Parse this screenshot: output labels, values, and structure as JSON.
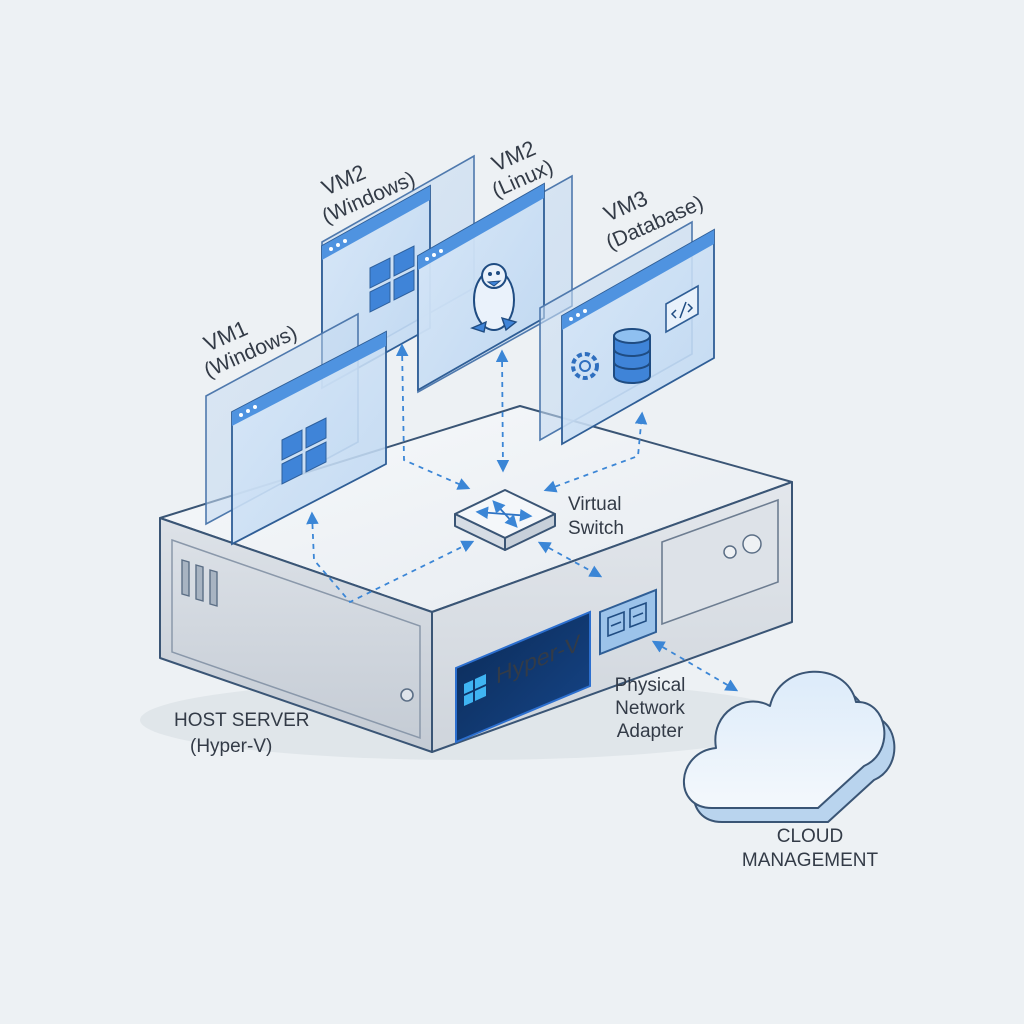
{
  "diagram": {
    "vms": [
      {
        "name": "VM1",
        "os": "(Windows)",
        "icon": "windows-logo-icon"
      },
      {
        "name": "VM2",
        "os": "(Windows)",
        "icon": "windows-logo-icon"
      },
      {
        "name": "VM2",
        "os": "(Linux)",
        "icon": "linux-penguin-icon"
      },
      {
        "name": "VM3",
        "os": "(Database)",
        "icon": "database-icon"
      }
    ],
    "virtual_switch": {
      "line1": "Virtual",
      "line2": "Switch",
      "icon": "switch-arrows-icon"
    },
    "host": {
      "line1": "HOST SERVER",
      "line2": "(Hyper-V)",
      "badge": "Hyper-V"
    },
    "adapter": {
      "line1": "Physical",
      "line2": "Network",
      "line3": "Adapter",
      "icon": "network-port-icon"
    },
    "cloud": {
      "line1": "CLOUD",
      "line2": "MANAGEMENT",
      "icon": "cloud-icon"
    },
    "colors": {
      "background": "#edf1f4",
      "accent": "#3b86d6",
      "panel": "#cfe2f6",
      "outline": "#3a5575",
      "hyperv_badge": "#0f2f5e"
    }
  }
}
